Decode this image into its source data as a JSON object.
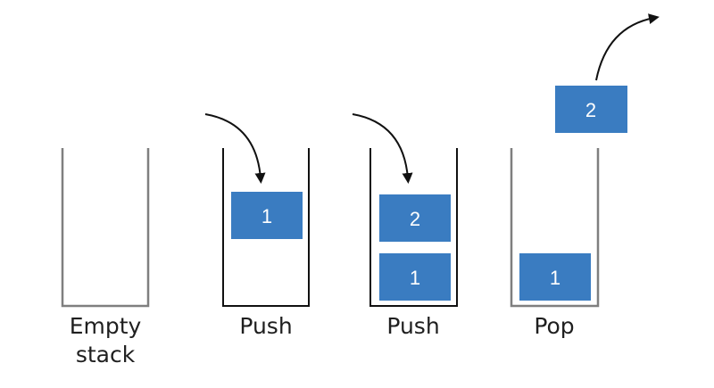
{
  "colors": {
    "block_fill": "#3a7cc1",
    "block_text": "#ffffff",
    "stack_outline": "#7f7f7f",
    "arrow": "#111111"
  },
  "stacks": [
    {
      "id": "stack-empty",
      "label": "Empty\nstack",
      "blocks": []
    },
    {
      "id": "stack-push-1",
      "label": "Push",
      "blocks": [
        "1"
      ],
      "arrow": "push"
    },
    {
      "id": "stack-push-2",
      "label": "Push",
      "blocks": [
        "2",
        "1"
      ],
      "arrow": "push"
    },
    {
      "id": "stack-pop",
      "label": "Pop",
      "blocks": [
        "1"
      ],
      "popped": "2",
      "arrow": "pop"
    }
  ]
}
